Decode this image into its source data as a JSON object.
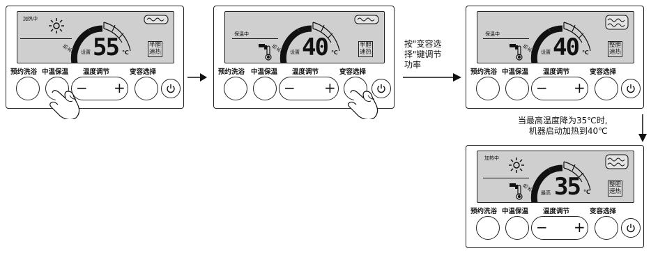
{
  "panel1": {
    "status": "加热中",
    "label_setting": "设置",
    "label_hotwater": "热水量",
    "temperature": "55",
    "unit": "℃",
    "badge_line1": "半胆",
    "badge_line2": "速热"
  },
  "panel2": {
    "status": "保温中",
    "label_setting": "设置",
    "label_hotwater": "热水量",
    "temperature": "40",
    "unit": "℃",
    "badge_line1": "半胆",
    "badge_line2": "速热"
  },
  "panel3": {
    "status": "保温中",
    "label_setting": "设置",
    "label_hotwater": "热水量",
    "temperature": "40",
    "unit": "℃",
    "badge_line1": "整胆",
    "badge_line2": "速热"
  },
  "panel4": {
    "status": "加热中",
    "label_max": "最高",
    "label_hotwater": "热水量",
    "temperature": "35",
    "unit": "℃",
    "badge_line1": "整胆",
    "badge_line2": "速热"
  },
  "buttons": {
    "schedule": "预约洗浴",
    "mid_keep": "中温保温",
    "temp_adjust": "温度调节",
    "volume_select": "变容选择",
    "minus": "−",
    "plus": "+"
  },
  "notes": {
    "step2_line1": "按\"变容选",
    "step2_line2": "择\"键调节",
    "step2_line3": "功率",
    "step3_line1": "当最高温度降为35℃时,",
    "step3_line2": "机器启动加热到40℃"
  },
  "icons": [
    "sun-heating-icon",
    "thermometer-icon",
    "tap-icon",
    "shower-wave-icon",
    "power-icon",
    "hand-pointer-icon",
    "arrow-right-icon",
    "arrow-down-icon"
  ]
}
